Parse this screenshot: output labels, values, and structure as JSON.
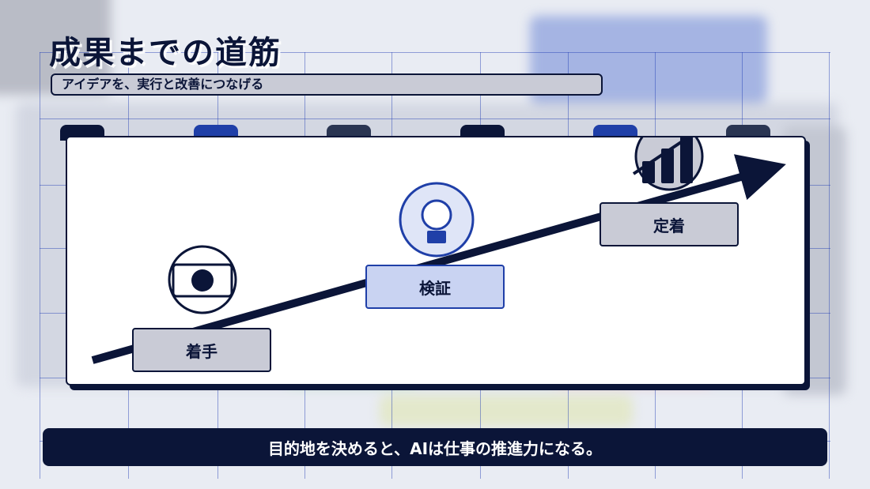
{
  "slide": {
    "title": "成果までの道筋",
    "subtitle": "アイデアを、実行と改善につなげる",
    "footer": "目的地を決めると、AIは仕事の推進力になる。"
  },
  "steps": [
    {
      "label": "着手",
      "icon": "play-circle-icon"
    },
    {
      "label": "検証",
      "icon": "lightbulb-icon"
    },
    {
      "label": "定着",
      "icon": "bar-chart-growth-icon"
    }
  ],
  "colors": {
    "navy": "#0b1538",
    "blue": "#1f3fa8",
    "gray_box": "#c9cbd6",
    "blue_box": "#c9d3f2",
    "background": "#e9ecf3"
  }
}
